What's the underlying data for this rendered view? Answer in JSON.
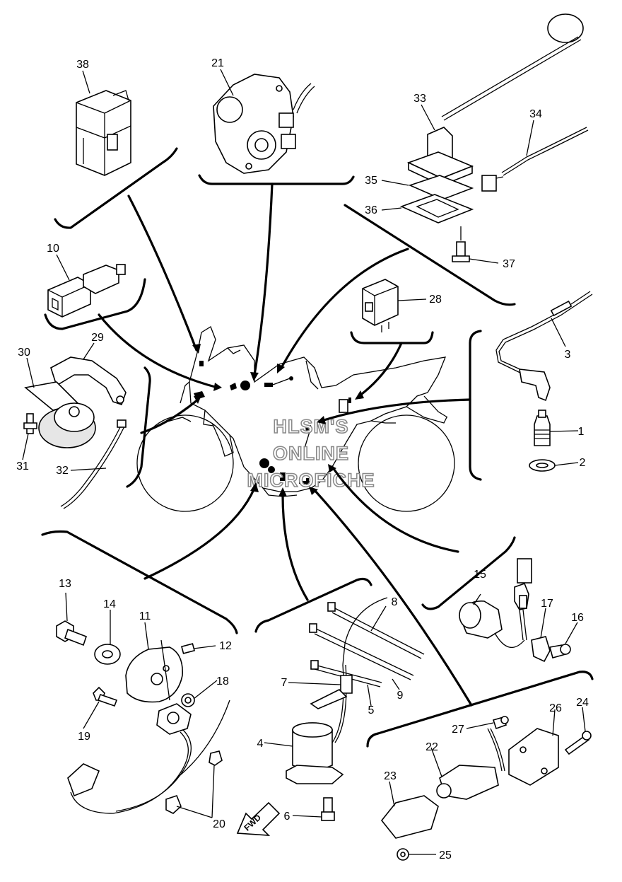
{
  "diagram": {
    "part_numbers": [
      "1",
      "2",
      "3",
      "4",
      "5",
      "6",
      "7",
      "8",
      "9",
      "10",
      "11",
      "12",
      "13",
      "14",
      "15",
      "16",
      "17",
      "18",
      "19",
      "20",
      "21",
      "22",
      "23",
      "24",
      "25",
      "26",
      "27",
      "28",
      "29",
      "30",
      "31",
      "32",
      "33",
      "34",
      "35",
      "36",
      "37",
      "38"
    ],
    "watermark": [
      "HLSM'S",
      "ONLINE",
      "MICROFICHE"
    ],
    "fwd_label": "FWD"
  }
}
